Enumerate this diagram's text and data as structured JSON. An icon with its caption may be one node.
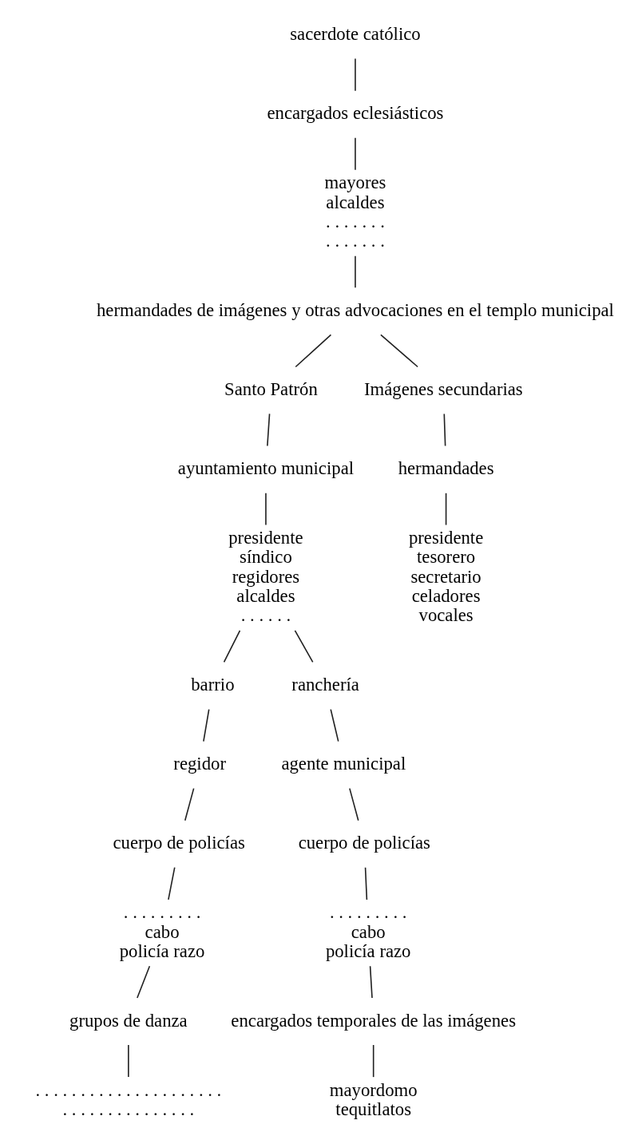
{
  "diagram": {
    "nodes": [
      {
        "text": [
          "sacerdote católico"
        ]
      },
      {
        "text": [
          "encargados eclesiásticos"
        ]
      },
      {
        "text": [
          "mayores",
          "alcaldes",
          ". . . . . . .",
          ". . . . . . ."
        ]
      },
      {
        "text": [
          "hermandades de imágenes y otras advocaciones en el templo municipal"
        ]
      },
      {
        "text": [
          "Santo Patrón"
        ]
      },
      {
        "text": [
          "Imágenes secundarias"
        ]
      },
      {
        "text": [
          "ayuntamiento municipal"
        ]
      },
      {
        "text": [
          "hermandades"
        ]
      },
      {
        "text": [
          "presidente",
          "síndico",
          "regidores",
          "alcaldes",
          ". . . . . ."
        ]
      },
      {
        "text": [
          "presidente",
          "tesorero",
          "secretario",
          "celadores",
          "vocales"
        ]
      },
      {
        "text": [
          "barrio"
        ]
      },
      {
        "text": [
          "ranchería"
        ]
      },
      {
        "text": [
          "regidor"
        ]
      },
      {
        "text": [
          "agente municipal"
        ]
      },
      {
        "text": [
          "cuerpo de policías"
        ]
      },
      {
        "text": [
          "cuerpo de policías"
        ]
      },
      {
        "text": [
          ". . . . . . . . .",
          "cabo",
          "policía razo"
        ]
      },
      {
        "text": [
          ". . . . . . . . .",
          "cabo",
          "policía razo"
        ]
      },
      {
        "text": [
          "grupos de danza"
        ]
      },
      {
        "text": [
          "encargados temporales de las imágenes"
        ]
      },
      {
        "text": [
          ". . . . . . . . . . . . . . . . . . . . .",
          ". . . . . . . . . . . . . . ."
        ]
      },
      {
        "text": [
          "mayordomo",
          "tequitlatos"
        ]
      }
    ],
    "edges": [
      {
        "from": 0,
        "to": 1,
        "arrow": "none"
      },
      {
        "from": 1,
        "to": 2,
        "arrow": "none"
      },
      {
        "from": 2,
        "to": 3,
        "arrow": "none"
      },
      {
        "from": 3,
        "to": 4,
        "arrow": "none"
      },
      {
        "from": 3,
        "to": 5,
        "arrow": "none"
      },
      {
        "from": 4,
        "to": 6,
        "arrow": "none"
      },
      {
        "from": 5,
        "to": 7,
        "arrow": "none"
      },
      {
        "from": 6,
        "to": 8,
        "arrow": "none"
      },
      {
        "from": 7,
        "to": 9,
        "arrow": "none"
      },
      {
        "from": 8,
        "to": 10,
        "arrow": "none"
      },
      {
        "from": 8,
        "to": 11,
        "arrow": "none"
      },
      {
        "from": 10,
        "to": 12,
        "arrow": "none"
      },
      {
        "from": 11,
        "to": 13,
        "arrow": "none"
      },
      {
        "from": 12,
        "to": 14,
        "arrow": "none"
      },
      {
        "from": 13,
        "to": 15,
        "arrow": "none"
      },
      {
        "from": 14,
        "to": 16,
        "arrow": "none"
      },
      {
        "from": 15,
        "to": 17,
        "arrow": "none"
      },
      {
        "from": 16,
        "to": 18,
        "arrow": "none"
      },
      {
        "from": 17,
        "to": 19,
        "arrow": "none"
      },
      {
        "from": 18,
        "to": 20,
        "arrow": "none"
      },
      {
        "from": 19,
        "to": 21,
        "arrow": "none"
      }
    ]
  }
}
